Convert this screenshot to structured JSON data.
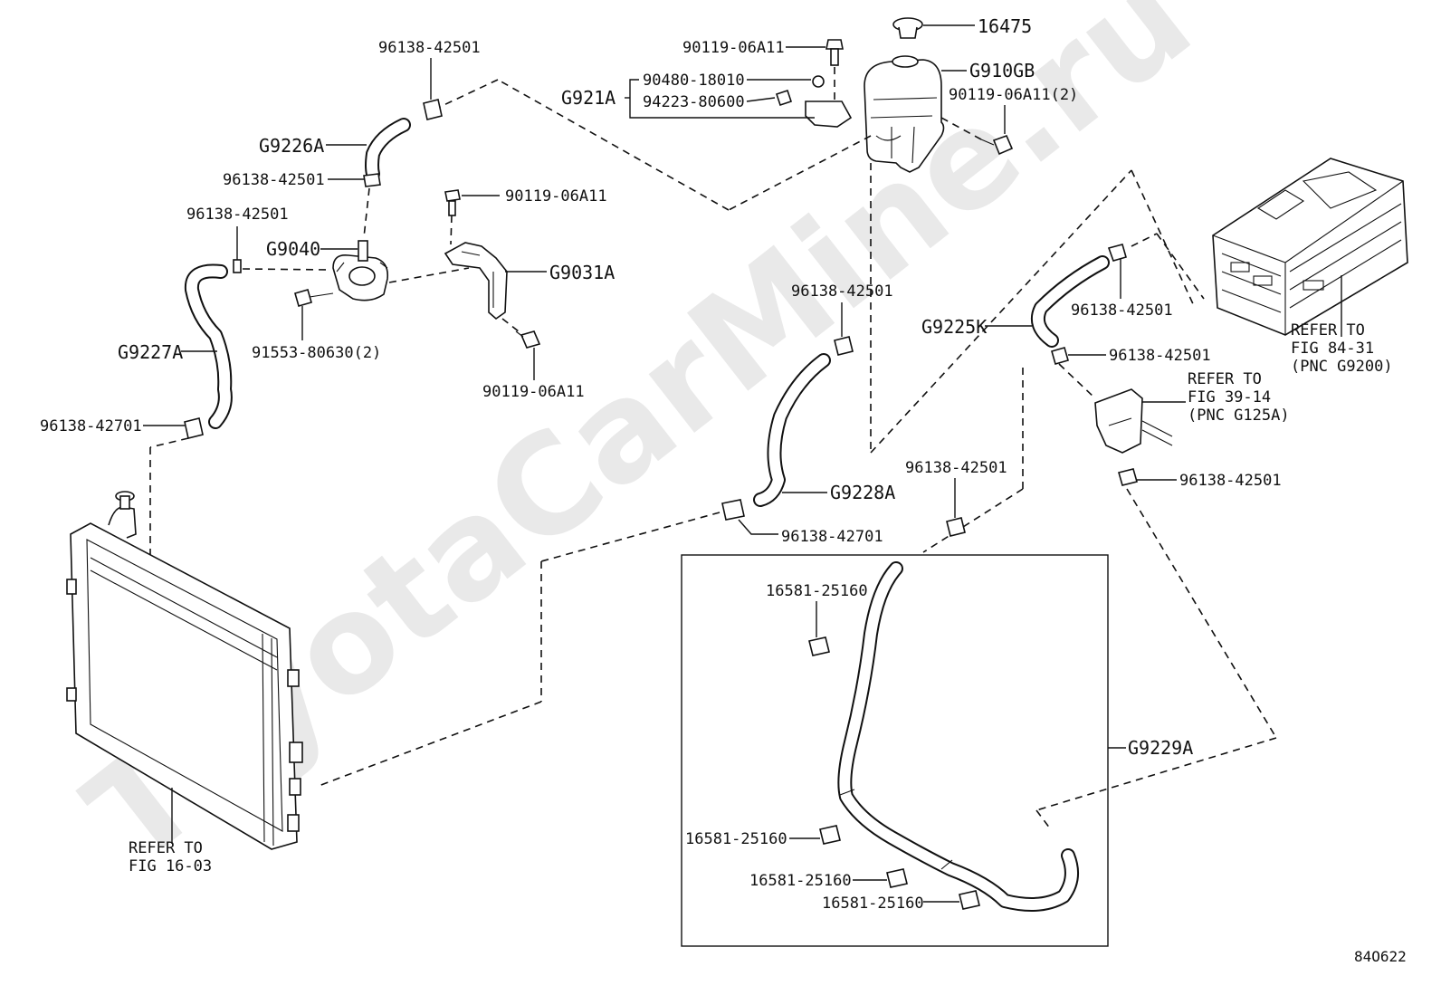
{
  "watermark": "ToyotaCarMine.ru",
  "diagram_code": "84O622",
  "labels": {
    "p16475": "16475",
    "p90119_top": "90119-06A11",
    "p90480": "90480-18010",
    "p94223": "94223-80600",
    "g921a": "G921A",
    "g910gb": "G910GB",
    "p90119_2": "90119-06A11(2)",
    "clamp_top": "96138-42501",
    "g9226a": "G9226A",
    "clamp_g9226a": "96138-42501",
    "p90119_bracket": "90119-06A11",
    "clamp_g9227a_top": "96138-42501",
    "g9040": "G9040",
    "g9031a": "G9031A",
    "p91553": "91553-80630(2)",
    "g9227a": "G9227A",
    "p90119_lower": "90119-06A11",
    "clamp_42701_left": "96138-42701",
    "clamp_g9228a": "96138-42501",
    "g9228a": "G9228A",
    "clamp_42701_mid": "96138-42701",
    "g9225k": "G9225K",
    "clamp_g9225k_top": "96138-42501",
    "clamp_g9225k_bot": "96138-42501",
    "clamp_g125a": "96138-42501",
    "clamp_g9229a_top": "96138-42501",
    "clip1": "16581-25160",
    "clip2": "16581-25160",
    "clip3": "16581-25160",
    "clip4": "16581-25160",
    "g9229a": "G9229A"
  },
  "refs": {
    "inverter": [
      "REFER TO",
      "FIG 84-31",
      "(PNC G9200)"
    ],
    "g125a": [
      "REFER TO",
      "FIG 39-14",
      "(PNC G125A)"
    ],
    "radiator": [
      "REFER TO",
      "FIG 16-03"
    ]
  }
}
